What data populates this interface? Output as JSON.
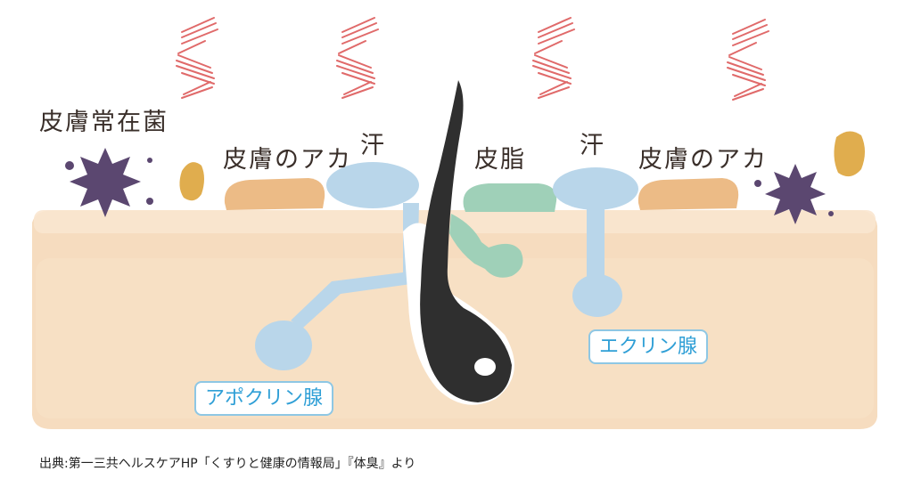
{
  "labels": {
    "bacteria": "皮膚常在菌",
    "dirt_left": "皮膚のアカ",
    "sweat_left": "汗",
    "sebum": "皮脂",
    "sweat_right": "汗",
    "dirt_right": "皮膚のアカ",
    "eccrine": "エクリン腺",
    "apocrine": "アポクリン腺"
  },
  "source": "出典:第一三共ヘルスケアHP「くすりと健康の情報局」『体臭』より",
  "colors": {
    "skin": "#f6dcbf",
    "skin_surface": "#f9e6cf",
    "sweat_gland": "#b9d6ea",
    "sebum": "#9fd0b8",
    "hair": "#2f2f2f",
    "bacteria": "#5b4770",
    "dirt": "#ecbb86",
    "yellow_bacteria": "#e0ad4e",
    "odor_waves": "#e06a6a",
    "gland_label_border": "#8ec7e4",
    "gland_label_text": "#2f9fd6"
  }
}
